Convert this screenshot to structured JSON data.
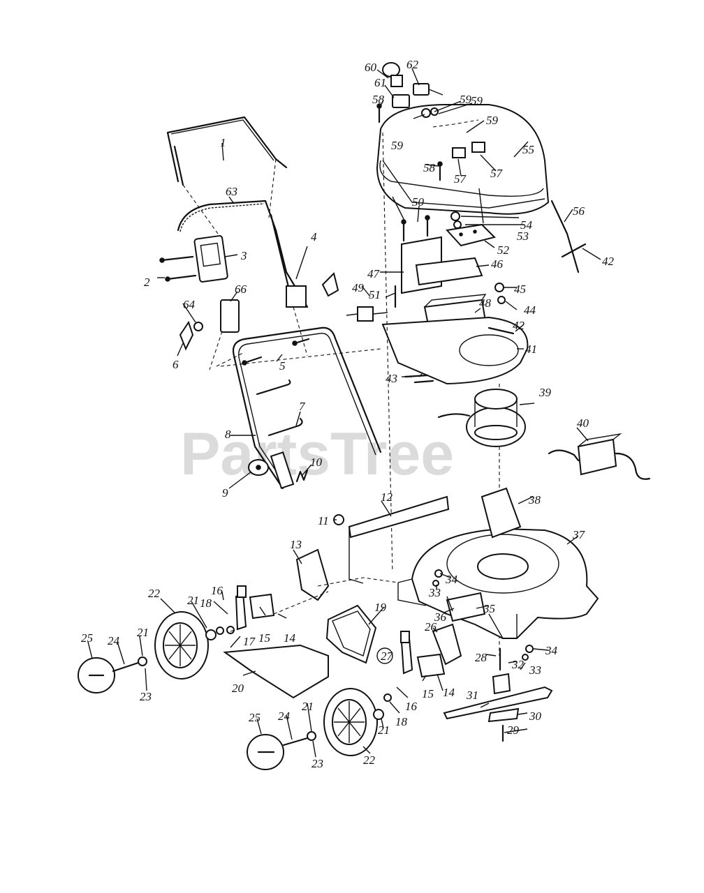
{
  "watermark": "PartsTree",
  "callouts": [
    "1",
    "2",
    "3",
    "4",
    "5",
    "6",
    "7",
    "8",
    "9",
    "10",
    "11",
    "12",
    "13",
    "14",
    "15",
    "16",
    "17",
    "18",
    "19",
    "20",
    "21",
    "22",
    "23",
    "24",
    "25",
    "26",
    "27",
    "28",
    "29",
    "30",
    "31",
    "32",
    "33",
    "34",
    "35",
    "36",
    "37",
    "38",
    "39",
    "40",
    "41",
    "42",
    "43",
    "44",
    "45",
    "46",
    "47",
    "48",
    "49",
    "50",
    "51",
    "52",
    "53",
    "54",
    "55",
    "56",
    "57",
    "58",
    "59",
    "60",
    "61",
    "62",
    "63",
    "64",
    "66"
  ],
  "colors": {
    "ink": "#111111",
    "paper": "#ffffff",
    "watermark": "#c9c9c9"
  }
}
